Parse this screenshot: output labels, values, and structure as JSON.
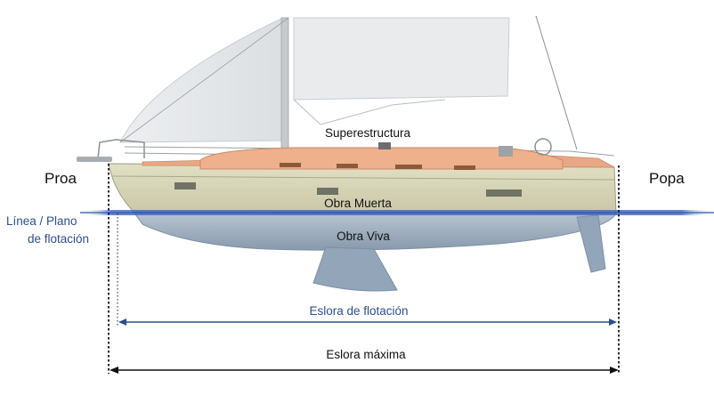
{
  "labels": {
    "bow": "Proa",
    "stern": "Popa",
    "waterline": [
      "Línea / Plano",
      "de flotación"
    ],
    "superstructure": "Superestructura",
    "freeboard": "Obra Muerta",
    "underwater_hull": "Obra Viva",
    "waterline_length": "Eslora de flotación",
    "max_length": "Eslora máxima"
  },
  "colors": {
    "hull_topsides": "#d8d6b6",
    "underwater_hull": "#a5b6c8",
    "deck": "#efb08c",
    "sails": "#e6e8ea",
    "waterline_label": "#2c4f8c",
    "water": "#3f68b0"
  }
}
